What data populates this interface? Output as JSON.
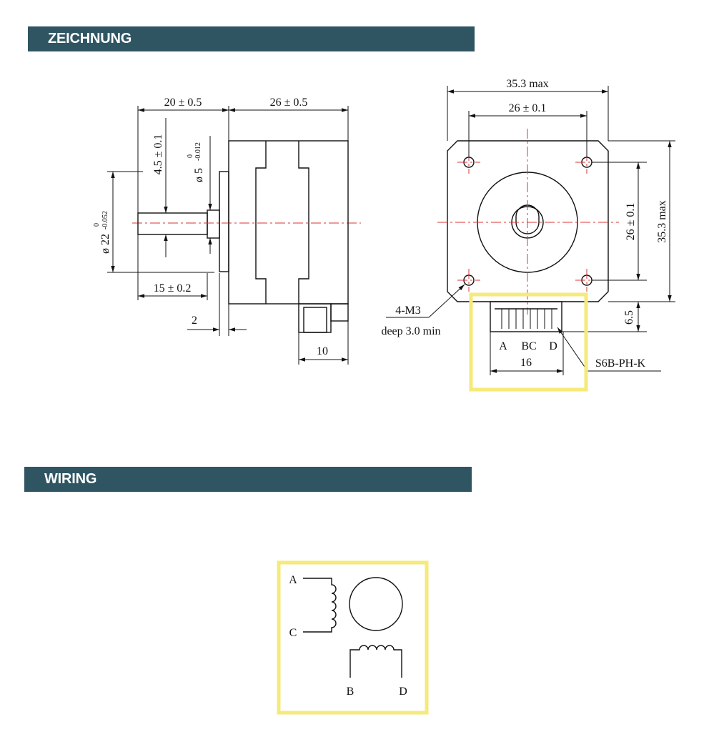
{
  "sections": {
    "drawing_title": "ZEICHNUNG",
    "wiring_title": "WIRING"
  },
  "side_view": {
    "dim_shaft_length": "20 ± 0.5",
    "dim_body_length": "26 ± 0.5",
    "dim_flat_depth": "4.5 ± 0.1",
    "dim_shaft_diameter_main": "ø 5",
    "dim_shaft_diameter_tol_upper": "0",
    "dim_shaft_diameter_tol_lower": "-0.012",
    "dim_boss_diameter_main": "ø 22",
    "dim_boss_diameter_tol_upper": "0",
    "dim_boss_diameter_tol_lower": "-0.052",
    "dim_flat_length": "15 ± 0.2",
    "dim_boss_height": "2",
    "dim_connector_width": "10"
  },
  "front_view": {
    "dim_width_max": "35.3 max",
    "dim_hole_spacing_h": "26 ± 0.1",
    "dim_hole_spacing_v": "26 ± 0.1",
    "dim_height_max": "35.3 max",
    "dim_connector_height": "6.5",
    "mount_holes": "4-M3",
    "mount_depth": "deep 3.0 min",
    "pin_a": "A",
    "pin_bc": "BC",
    "pin_d": "D",
    "dim_connector_pitch": "16",
    "connector_model": "S6B-PH-K"
  },
  "wiring": {
    "label_a": "A",
    "label_c": "C",
    "label_b": "B",
    "label_d": "D"
  },
  "colors": {
    "banner": "#2f5563",
    "highlight": "#f5ea7a",
    "centerline": "#d33"
  }
}
